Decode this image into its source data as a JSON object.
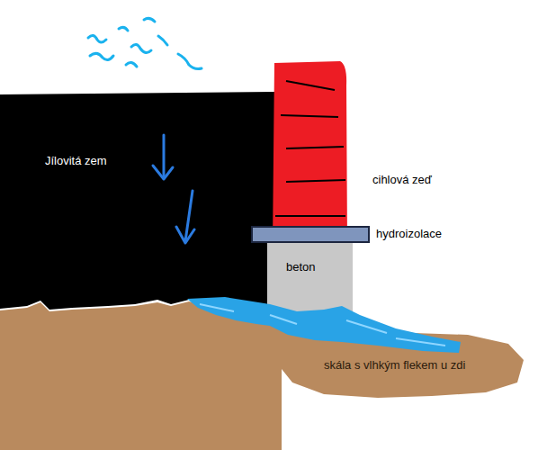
{
  "diagram": {
    "nodes": [
      {
        "text": [
          "Jílovitá zem"
        ]
      },
      {
        "text": [
          "beton"
        ]
      },
      {
        "text": [
          "skála s vlhkým flekem u zdi"
        ]
      }
    ],
    "labels": [
      "cihlová zeď",
      "hydroizolace"
    ]
  }
}
